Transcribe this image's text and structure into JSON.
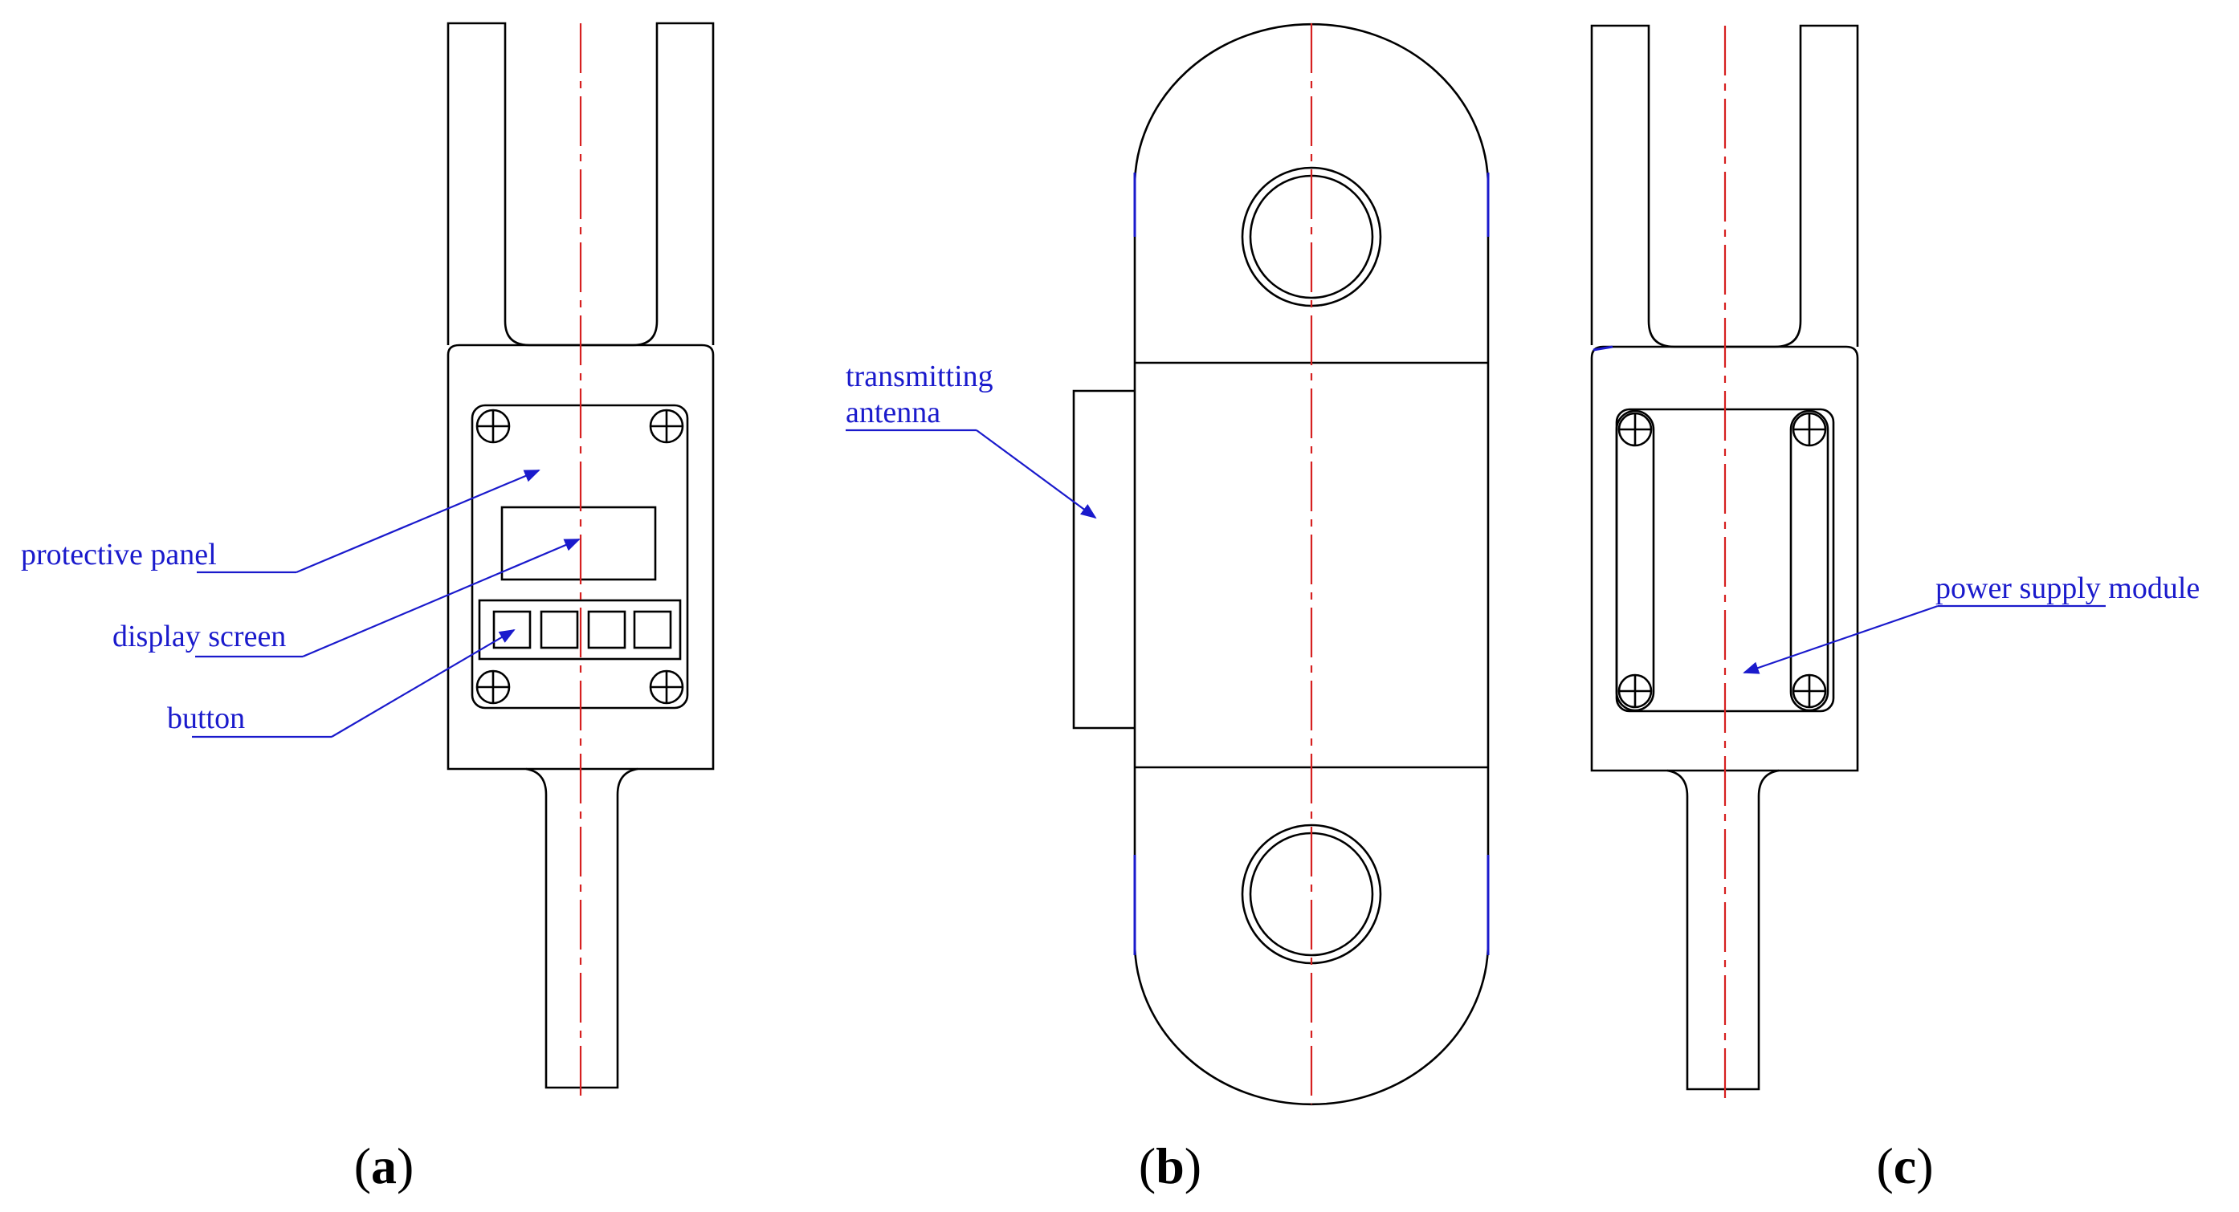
{
  "colors": {
    "outline": "#000000",
    "centerline": "#d62020",
    "annotation": "#1a1acc",
    "background": "#ffffff"
  },
  "views": {
    "a": {
      "caption_open": "(",
      "caption_letter": "a",
      "caption_close": ")",
      "labels": {
        "protective_panel": "protective panel",
        "display_screen": "display screen",
        "button": "button"
      }
    },
    "b": {
      "caption_open": "(",
      "caption_letter": "b",
      "caption_close": ")",
      "labels": {
        "antenna_line1": "transmitting",
        "antenna_line2": "antenna"
      }
    },
    "c": {
      "caption_open": "(",
      "caption_letter": "c",
      "caption_close": ")",
      "labels": {
        "power_supply_module": "power supply module"
      }
    }
  }
}
